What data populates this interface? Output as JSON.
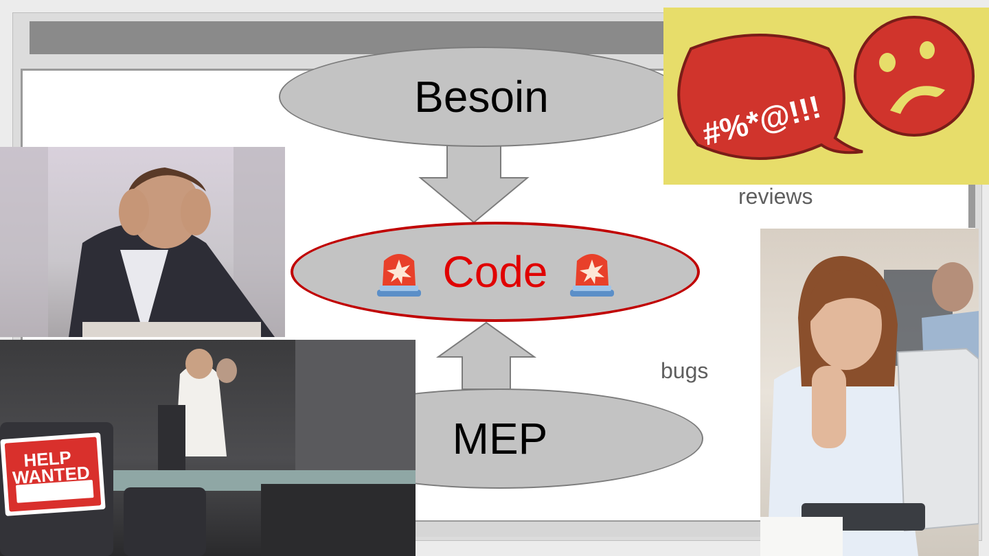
{
  "diagram": {
    "top_node": "Besoin",
    "center_node": "Code",
    "bottom_node": "MEP",
    "alert_icon": "rotating-light-siren",
    "center_color": "#e00000"
  },
  "labels": {
    "reviews": "reviews",
    "bugs": "bugs"
  },
  "photos": {
    "help_sign_line1": "HELP",
    "help_sign_line2": "WANTED",
    "speech_bubble_text": "#%*@!!!"
  }
}
